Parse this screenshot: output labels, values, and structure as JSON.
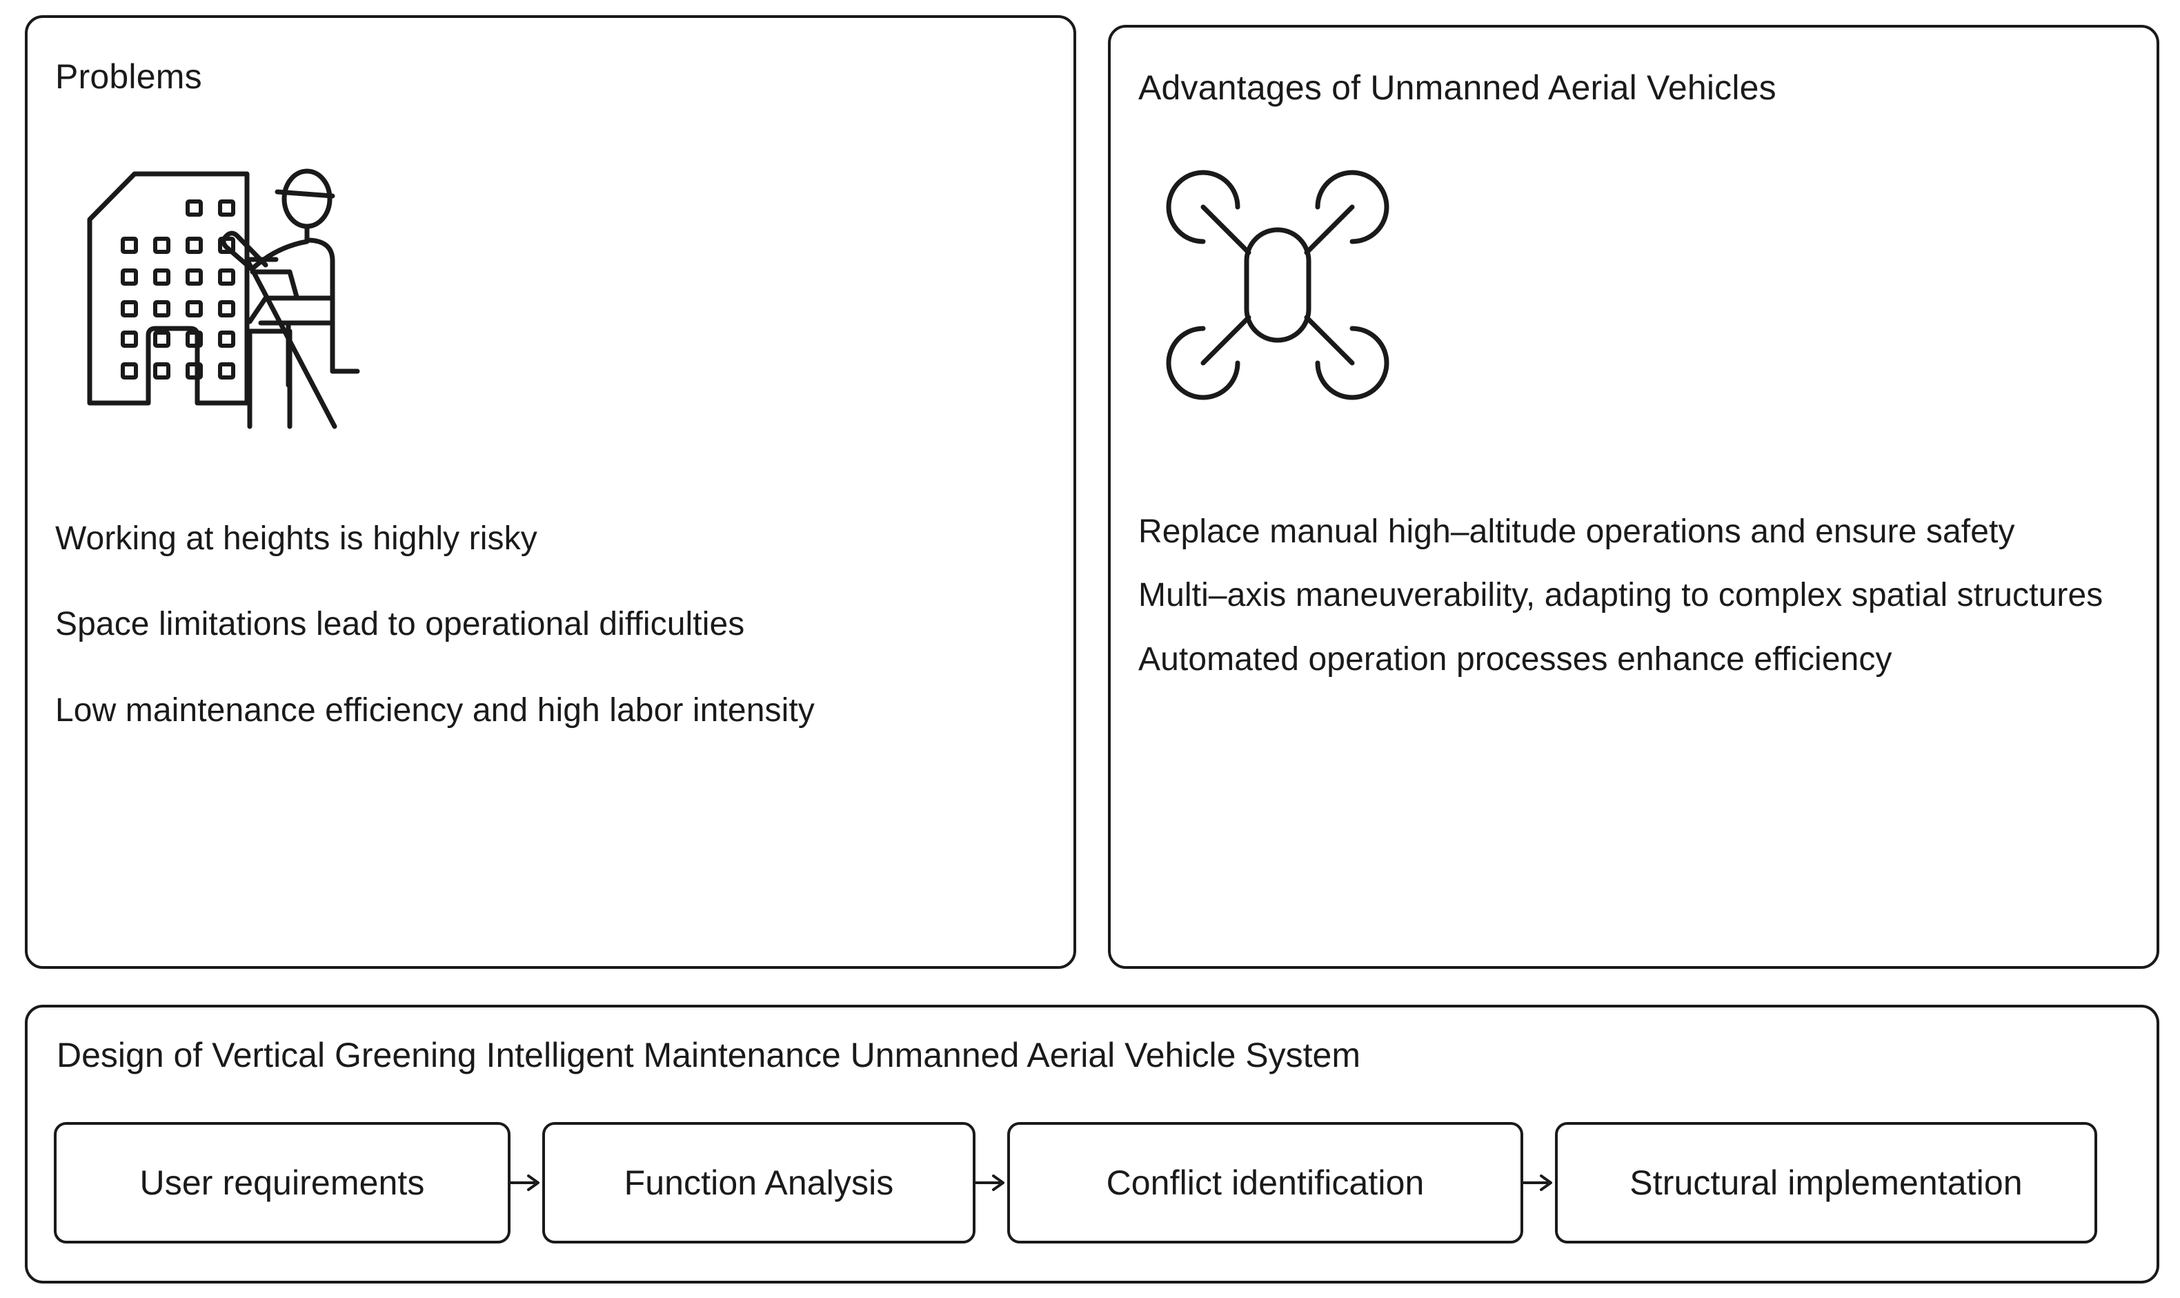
{
  "panels": {
    "problems": {
      "title": "Problems",
      "icon": "worker-on-ladder-building-icon",
      "bullets": [
        "Working at heights is highly risky",
        "Space limitations lead to operational difficulties",
        "Low maintenance efficiency and high labor intensity"
      ]
    },
    "advantages": {
      "title": "Advantages of Unmanned Aerial Vehicles",
      "icon": "quadcopter-drone-icon",
      "bullets": [
        "Replace manual high–altitude operations and ensure safety",
        "Multi–axis maneuverability, adapting to complex spatial structures",
        "Automated operation processes enhance efficiency"
      ]
    },
    "system": {
      "title": "Design of Vertical Greening Intelligent Maintenance Unmanned Aerial Vehicle System",
      "steps": [
        "User requirements",
        "Function Analysis",
        "Conflict identification",
        "Structural implementation"
      ],
      "arrow": "arrow-right-icon"
    }
  },
  "colors": {
    "stroke": "#1a1a1a",
    "background": "#ffffff",
    "text": "#1a1a1a"
  }
}
